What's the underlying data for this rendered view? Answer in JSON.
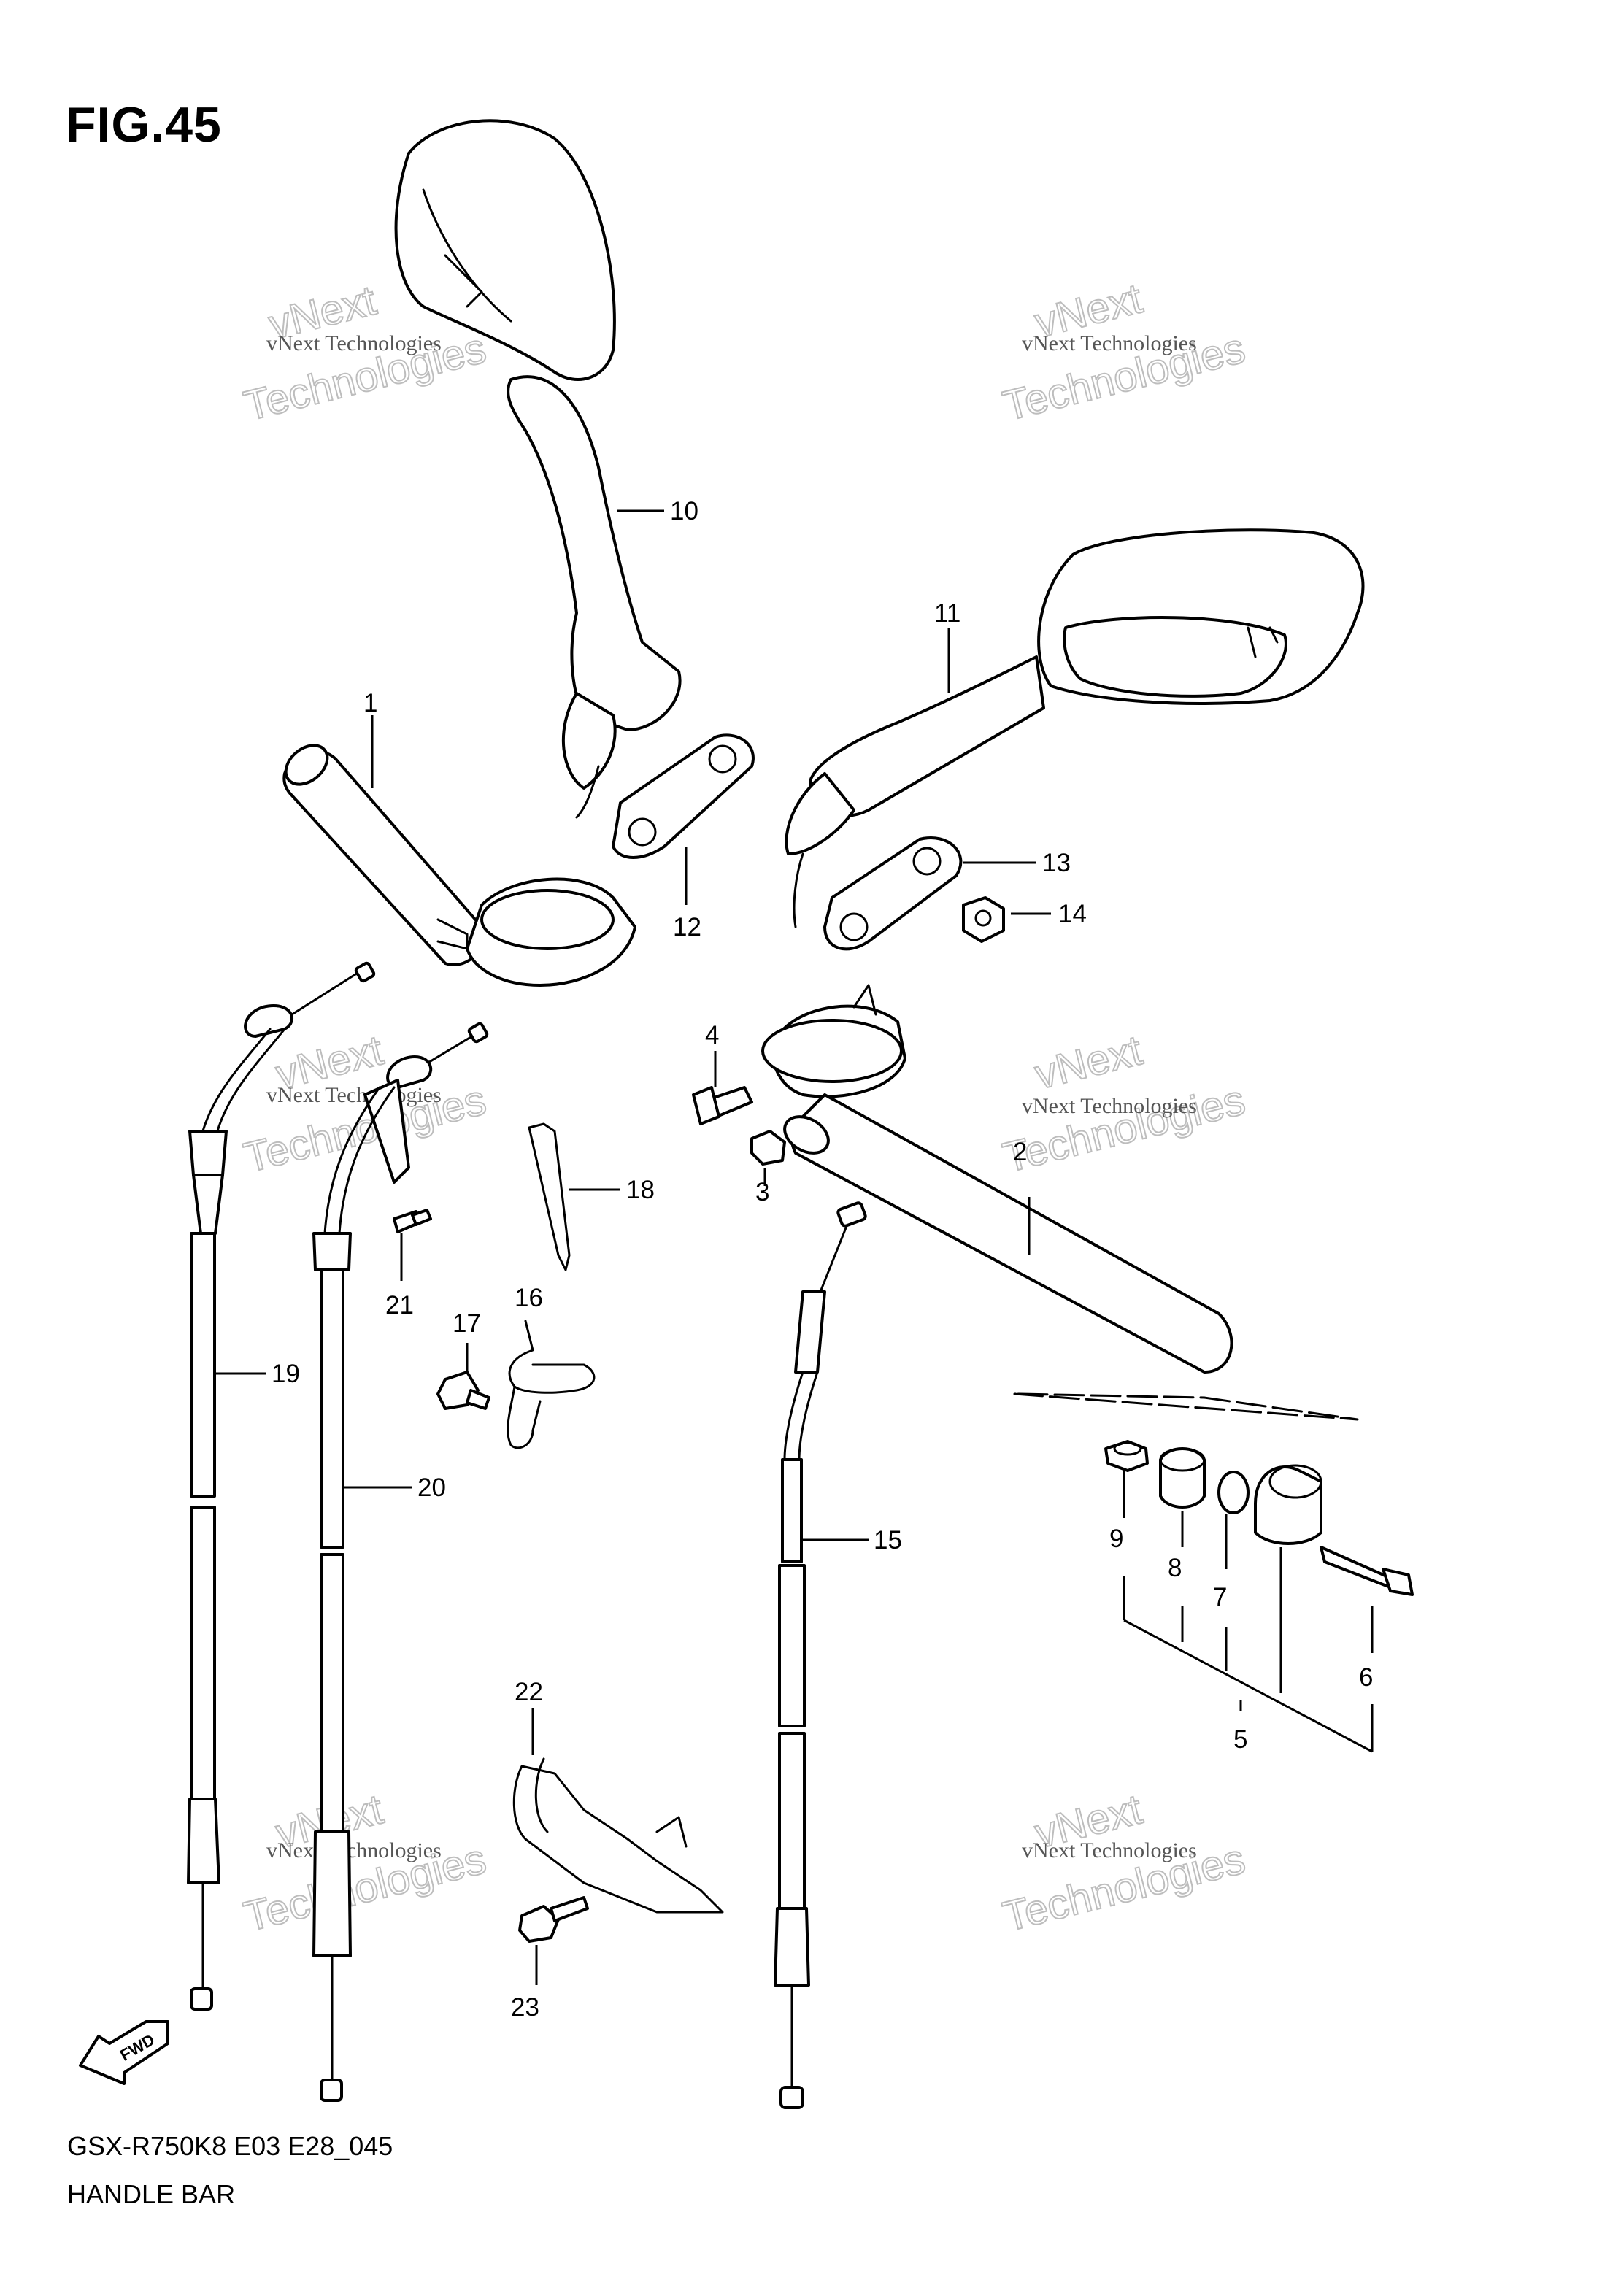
{
  "figure": {
    "number": "FIG.45",
    "model_code": "GSX-R750K8 E03 E28_045",
    "section_name": "HANDLE BAR"
  },
  "watermark": {
    "line": "vNext Technologies",
    "brand_top": "vNext",
    "brand_bottom": "Technologies"
  },
  "fwd_label": "FWD",
  "callouts": {
    "p1": "1",
    "p2": "2",
    "p3": "3",
    "p4": "4",
    "p5": "5",
    "p6": "6",
    "p7": "7",
    "p8": "8",
    "p9": "9",
    "p10": "10",
    "p11": "11",
    "p12": "12",
    "p13": "13",
    "p14": "14",
    "p15": "15",
    "p16": "16",
    "p17": "17",
    "p18": "18",
    "p19": "19",
    "p20": "20",
    "p21": "21",
    "p22": "22",
    "p23": "23"
  }
}
